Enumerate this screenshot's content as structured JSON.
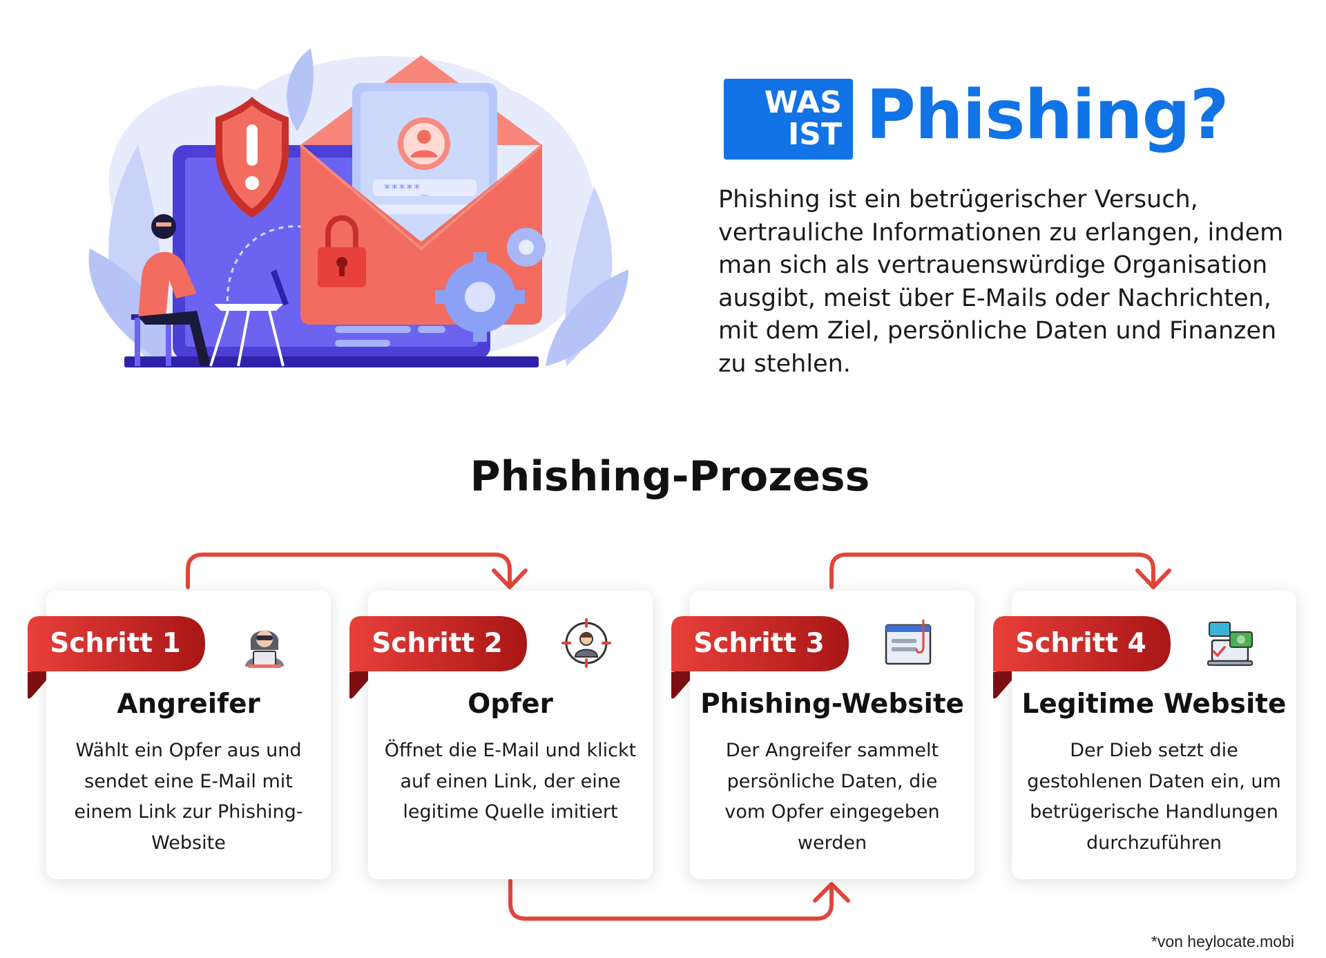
{
  "header": {
    "badge_line1": "WAS",
    "badge_line2": "IST",
    "title": "Phishing?",
    "description": "Phishing ist ein betrügerischer Versuch, vertrauliche Informationen zu erlangen, indem man sich als vertrauenswürdige Organisation ausgibt, meist über E-Mails oder Nachrichten, mit dem Ziel, persönliche Daten und Finanzen zu stehlen."
  },
  "illustration": {
    "password_mask": "*****_",
    "colors": {
      "laptop": "#4b3fd6",
      "envelope": "#f26d60",
      "shield": "#e8403a",
      "accent_light": "#c9d3fa"
    }
  },
  "process": {
    "title": "Phishing-Prozess",
    "steps": [
      {
        "label": "Schritt 1",
        "title": "Angreifer",
        "text": "Wählt ein Opfer aus und sendet eine E-Mail mit einem Link zur Phishing-Website",
        "icon": "hacker-icon"
      },
      {
        "label": "Schritt 2",
        "title": "Opfer",
        "text": "Öffnet die E-Mail und klickt auf einen Link, der eine legitime Quelle imitiert",
        "icon": "target-person-icon"
      },
      {
        "label": "Schritt 3",
        "title": "Phishing-Website",
        "text": "Der Angreifer sammelt persönliche Daten, die vom Opfer eingegeben werden",
        "icon": "phishing-browser-icon"
      },
      {
        "label": "Schritt 4",
        "title": "Legitime Website",
        "text": "Der Dieb setzt die gestohlenen Daten ein, um betrügerische Handlungen durchzuführen",
        "icon": "money-laptop-icon"
      }
    ]
  },
  "colors": {
    "brand_blue": "#1173e6",
    "ribbon_red": "#d8322b",
    "ribbon_dark": "#8e1414",
    "arrow_red": "#e2453c"
  },
  "credit": "*von heylocate.mobi"
}
